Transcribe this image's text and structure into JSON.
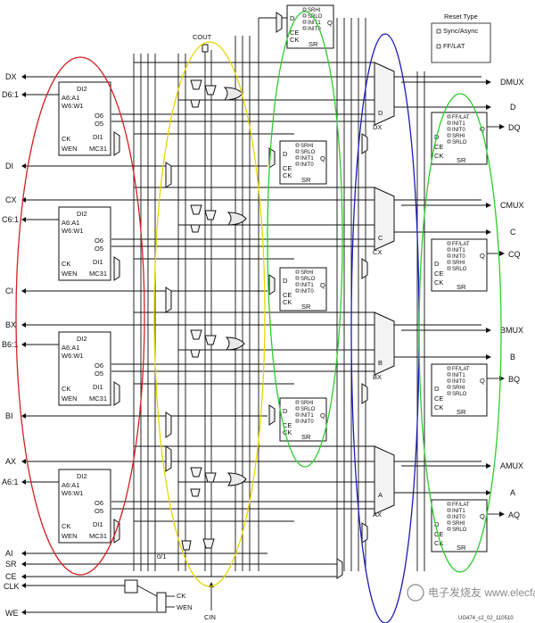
{
  "legend": {
    "title": "Reset Type",
    "items": [
      "Sync/Async",
      "FF/LAT"
    ]
  },
  "lut_inputs": [
    {
      "x": "DX",
      "addr": "D6:1",
      "di": "DI"
    },
    {
      "x": "CX",
      "addr": "C6:1",
      "di": "CI"
    },
    {
      "x": "BX",
      "addr": "B6:1",
      "di": "BI"
    },
    {
      "x": "AX",
      "addr": "A6:1",
      "di": "AI"
    }
  ],
  "lut_block": {
    "di2": "DI2",
    "addr": "A6:A1",
    "w": "W6:W1",
    "o6": "O6",
    "o5": "O5",
    "ck": "CK",
    "di1": "DI1",
    "wen": "WEN",
    "mc31": "MC31"
  },
  "control_inputs": [
    "SR",
    "CE",
    "CLK",
    "WE"
  ],
  "cout": "COUT",
  "cin": "CIN",
  "zero_one": "0/1",
  "ck_label": "CK",
  "wen_label": "WEN",
  "left_ff": {
    "items": [
      "SRHI",
      "SRLO",
      "INIT1",
      "INIT0"
    ],
    "pins": [
      "D",
      "CE",
      "CK"
    ],
    "q": "Q",
    "sr": "SR"
  },
  "right_ff": {
    "items": [
      "FF/LAT",
      "INIT1",
      "INIT0",
      "SRHI",
      "SRLO"
    ],
    "pins": [
      "D",
      "CE",
      "CK"
    ],
    "q": "Q",
    "sr": "SR"
  },
  "mux_labels": [
    "DX",
    "CX",
    "BX",
    "AX"
  ],
  "slice_labels": [
    "D",
    "C",
    "B",
    "A"
  ],
  "outputs": [
    {
      "mux": "DMUX",
      "comb": "D",
      "reg": "DQ"
    },
    {
      "mux": "CMUX",
      "comb": "C",
      "reg": "CQ"
    },
    {
      "mux": "BMUX",
      "comb": "B",
      "reg": "BQ"
    },
    {
      "mux": "AMUX",
      "comb": "A",
      "reg": "AQ"
    }
  ],
  "figure_id": "UG474_c2_02_110510",
  "watermark": "电子发烧友 www.elecfans.com",
  "colors": {
    "lut_ellipse": "#d42020",
    "carry_ellipse": "#e6d700",
    "ff_ellipse": "#2fcb2f",
    "mux_ellipse": "#1a1ab8",
    "line": "#111111"
  }
}
